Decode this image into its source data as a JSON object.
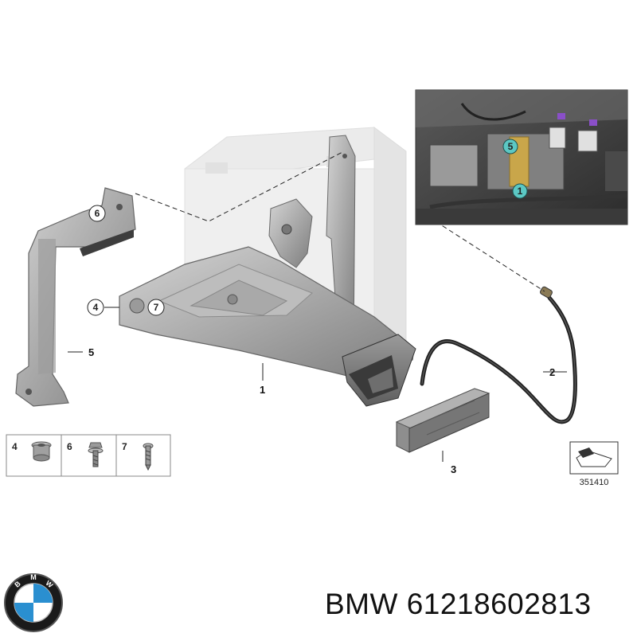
{
  "callouts": {
    "c1": "1",
    "c2": "2",
    "c3": "3",
    "c4": "4",
    "c5": "5",
    "c6": "6",
    "c7": "7"
  },
  "inset_callouts": {
    "i5": "5",
    "i1": "1"
  },
  "fastener_table": [
    {
      "number": "4",
      "icon": "bush-nut-icon"
    },
    {
      "number": "6",
      "icon": "hex-bolt-washer-icon"
    },
    {
      "number": "7",
      "icon": "screw-icon"
    }
  ],
  "diagram_id": "351410",
  "footer": {
    "brand": "BMW",
    "part_number": "61218602813",
    "text": "BMW 61218602813"
  },
  "logo": {
    "letters": [
      "B",
      "M",
      "W"
    ]
  },
  "colors": {
    "callout_teal": "#5cc8c4",
    "inset_gold": "#c9a64a"
  }
}
